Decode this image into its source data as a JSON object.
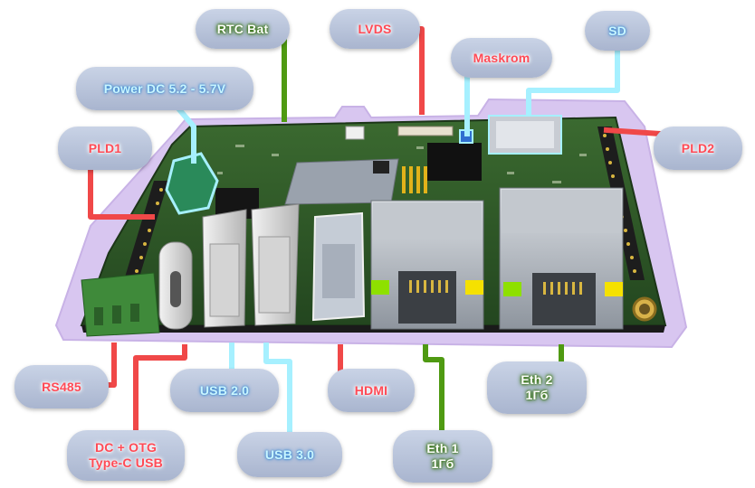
{
  "colors": {
    "red_line": "#f04848",
    "cyan_line": "#a6f0ff",
    "green_line": "#4f9a12",
    "pcb_outline": "#d8c6f0",
    "pcb_green": "#2f5e2a"
  },
  "labels": {
    "rtc_bat": "RTC Bat",
    "lvds": "LVDS",
    "maskrom": "Maskrom",
    "sd": "SD",
    "power_dc": "Power DC 5.2 - 5.7V",
    "pld1": "PLD1",
    "pld2": "PLD2",
    "rs485": "RS485",
    "usb2": "USB 2.0",
    "hdmi": "HDMI",
    "eth2": "Eth 2\n1Гб",
    "dc_otg": "DC + OTG\nType-C USB",
    "usb3": "USB 3.0",
    "eth1": "Eth 1\n1Гб"
  }
}
